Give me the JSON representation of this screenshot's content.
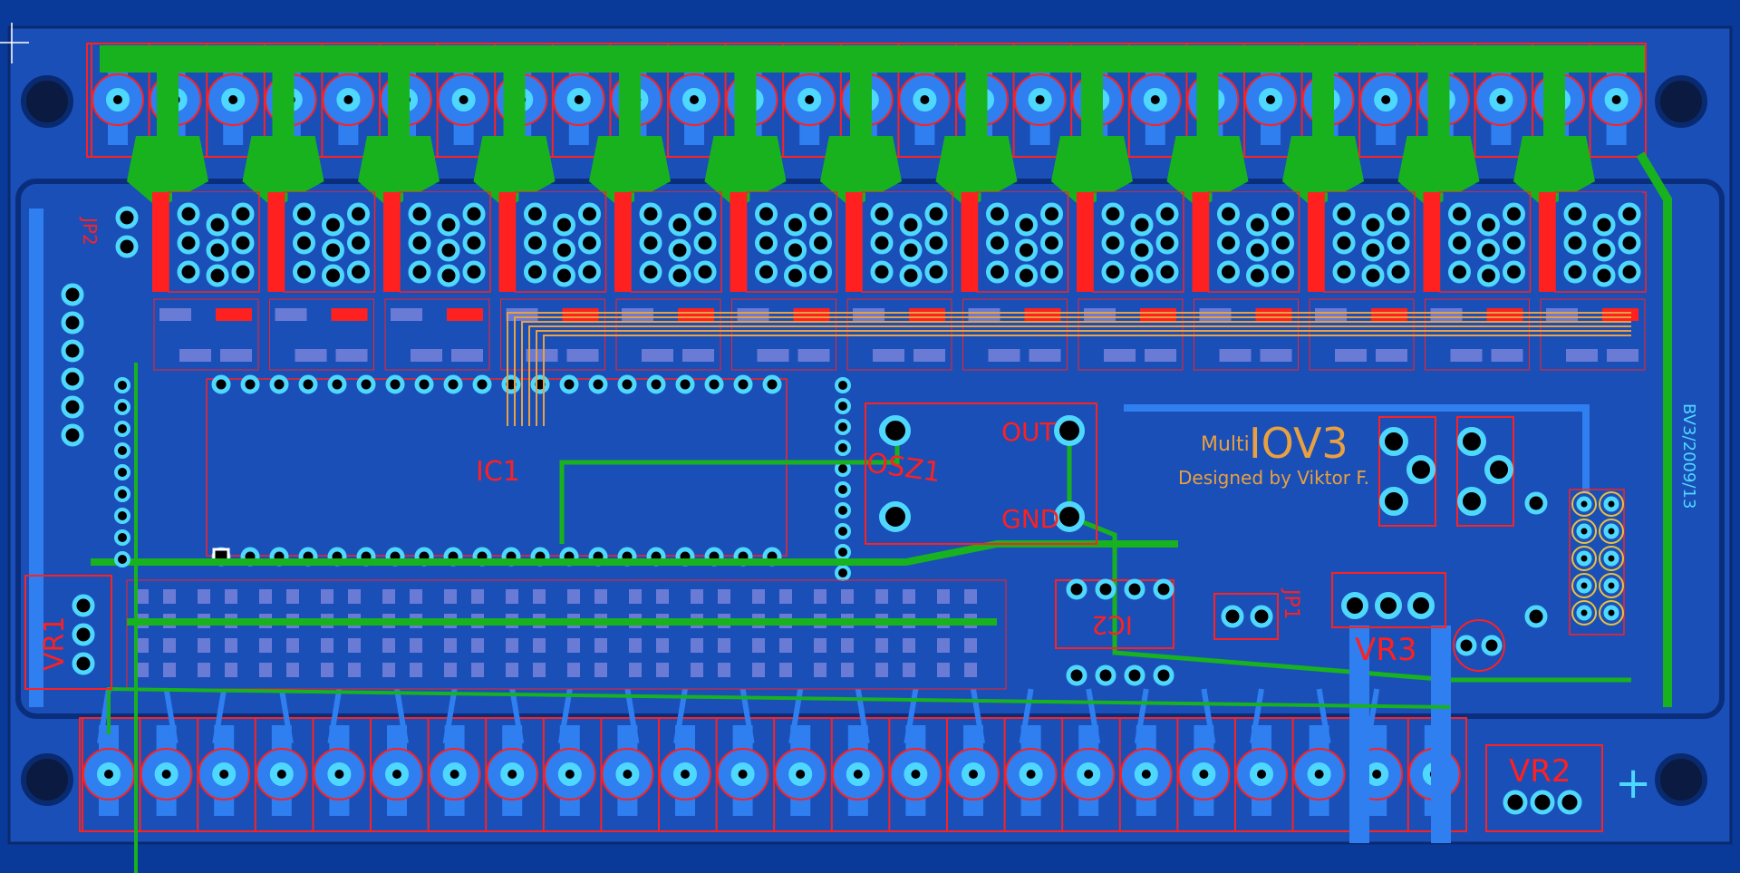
{
  "board": {
    "title": "Multi",
    "model": "IOV3",
    "credit": "Designed by Viktor F.",
    "side_text": "BV3/2009/13"
  },
  "labels": {
    "ic1": "IC1",
    "ic2": "IC2",
    "osz1": "OSZ1",
    "out": "OUT",
    "gnd": "GND",
    "vr1": "VR1",
    "vr2": "VR2",
    "vr3": "VR3",
    "jp1": "JP1",
    "jp2": "JP2"
  },
  "colors": {
    "background": "#0a3a99",
    "board": "#1a4fb8",
    "copper_bottom": "#2f7ff0",
    "copper_top": "#19b21f",
    "silkscreen": "#ff2020",
    "wire": "#e8a040",
    "pad": "#4fd8ff"
  }
}
